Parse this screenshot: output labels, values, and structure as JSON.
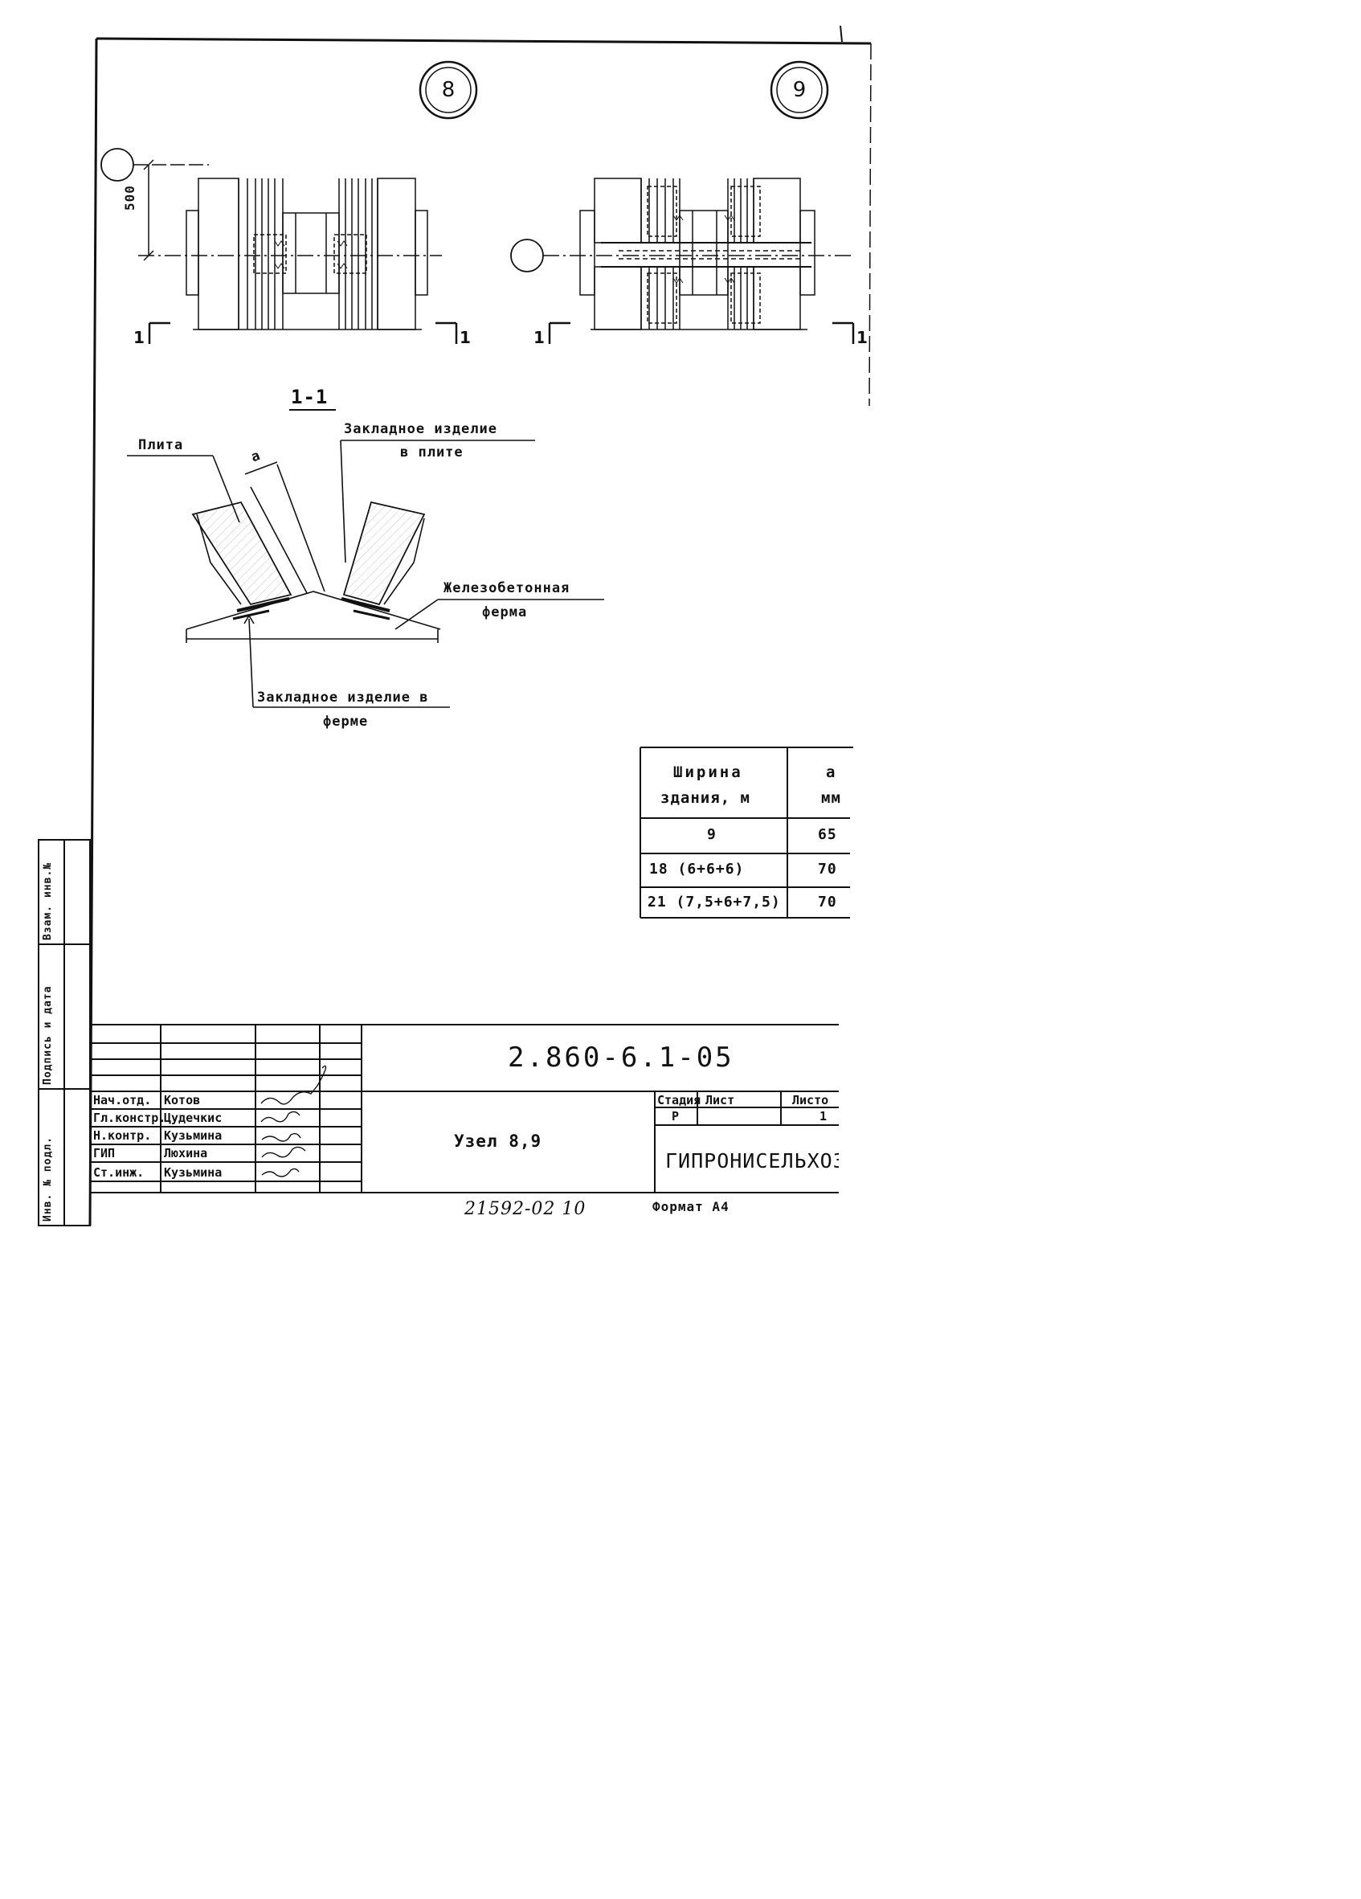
{
  "nodes": {
    "node_8": "8",
    "node_9": "9"
  },
  "dimension_500": "500",
  "cut_marks": {
    "left_a": "1",
    "left_b": "1",
    "right_a": "1",
    "right_b": "1"
  },
  "section": {
    "title": "1-1",
    "label_slab": "Плита",
    "label_a": "a",
    "label_embedded_slab_line1": "Закладное изделие",
    "label_embedded_slab_line2": "в плите",
    "label_truss_line1": "Железобетонная",
    "label_truss_line2": "ферма",
    "label_embedded_truss_line1": "Закладное изделие в",
    "label_embedded_truss_line2": "ферме"
  },
  "table": {
    "header_col1_line1": "Ширина",
    "header_col1_line2": "здания, м",
    "header_col2_line1": "a",
    "header_col2_line2": "мм",
    "rows": [
      {
        "width": "9",
        "a": "65"
      },
      {
        "width": "18 (6+6+6)",
        "a": "70"
      },
      {
        "width": "21 (7,5+6+7,5)",
        "a": "70"
      }
    ]
  },
  "side_stamp": {
    "inv_podl": "Инв. № подл.",
    "podpis_data": "Подпись и дата",
    "vzam_inv": "Взам. инв.№"
  },
  "title_block": {
    "doc_code": "2.860-6.1-05",
    "sheet_title": "Узел 8,9",
    "roles": [
      "Нач.отд.",
      "Гл.констр.",
      "Н.контр.",
      "ГИП",
      "Ст.инж."
    ],
    "names": [
      "Котов",
      "Цудечкис",
      "Кузьмина",
      "Люхина",
      "Кузьмина"
    ],
    "stage_header": "Стадия",
    "sheet_header": "Лист",
    "sheets_header": "Листо",
    "stage_value": "Р",
    "sheet_value": "",
    "sheets_value": "1",
    "org": "ГИПРОНИСЕЛЬХОЗ",
    "archive_number": "21592-02 10",
    "format": "Формат А4"
  }
}
